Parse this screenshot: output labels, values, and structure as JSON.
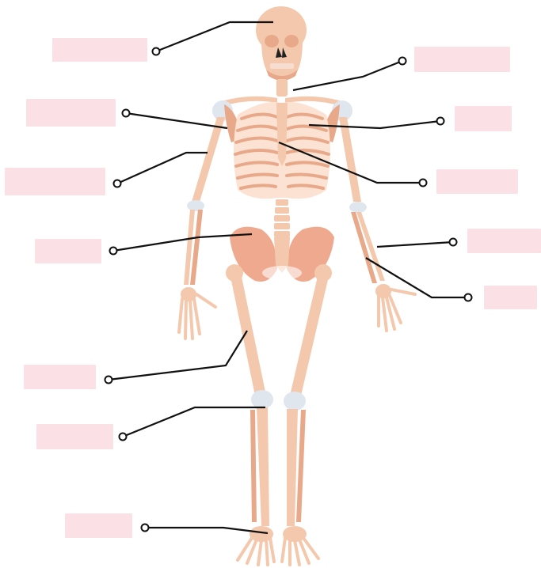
{
  "diagram": {
    "subject": "human-skeleton",
    "colors": {
      "bone": "#f4c8ac",
      "bone_shade": "#e8a98a",
      "pelvis": "#eea98e",
      "cartilage": "#dfe6ee",
      "label_box": "#fbe0e6",
      "leader_line": "#111111",
      "skull_hole": "#222222",
      "background": "#ffffff"
    },
    "labels": [
      {
        "id": "skull",
        "text": ""
      },
      {
        "id": "clavicle",
        "text": ""
      },
      {
        "id": "scapula",
        "text": ""
      },
      {
        "id": "sternum",
        "text": ""
      },
      {
        "id": "ribs",
        "text": ""
      },
      {
        "id": "humerus",
        "text": ""
      },
      {
        "id": "radius",
        "text": ""
      },
      {
        "id": "ulna",
        "text": ""
      },
      {
        "id": "pelvis",
        "text": ""
      },
      {
        "id": "femur",
        "text": ""
      },
      {
        "id": "patella",
        "text": ""
      },
      {
        "id": "tarsals",
        "text": ""
      }
    ]
  }
}
